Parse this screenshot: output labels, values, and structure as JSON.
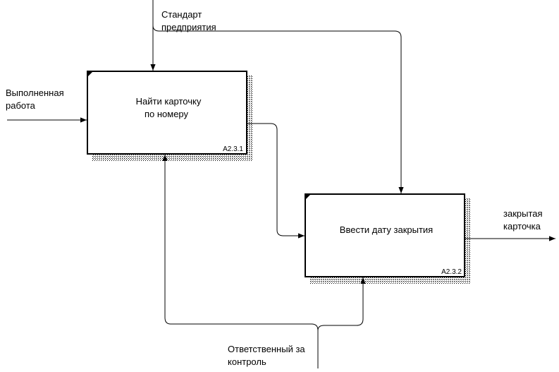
{
  "diagram": {
    "nodes": [
      {
        "id": "A2.3.1",
        "title_line1": "Найти карточку",
        "title_line2": "по номеру"
      },
      {
        "id": "A2.3.2",
        "title_line1": "Ввести дату закрытия",
        "title_line2": ""
      }
    ],
    "arrows": {
      "control_standard": {
        "line1": "Стандарт",
        "line2": "предприятия"
      },
      "input_done_work": {
        "line1": "Выполненная",
        "line2": "работа"
      },
      "output_closed_card": {
        "line1": "закрытая",
        "line2": "карточка"
      },
      "mechanism_responsible": {
        "line1": "Ответственный за",
        "line2": "контроль"
      }
    }
  }
}
